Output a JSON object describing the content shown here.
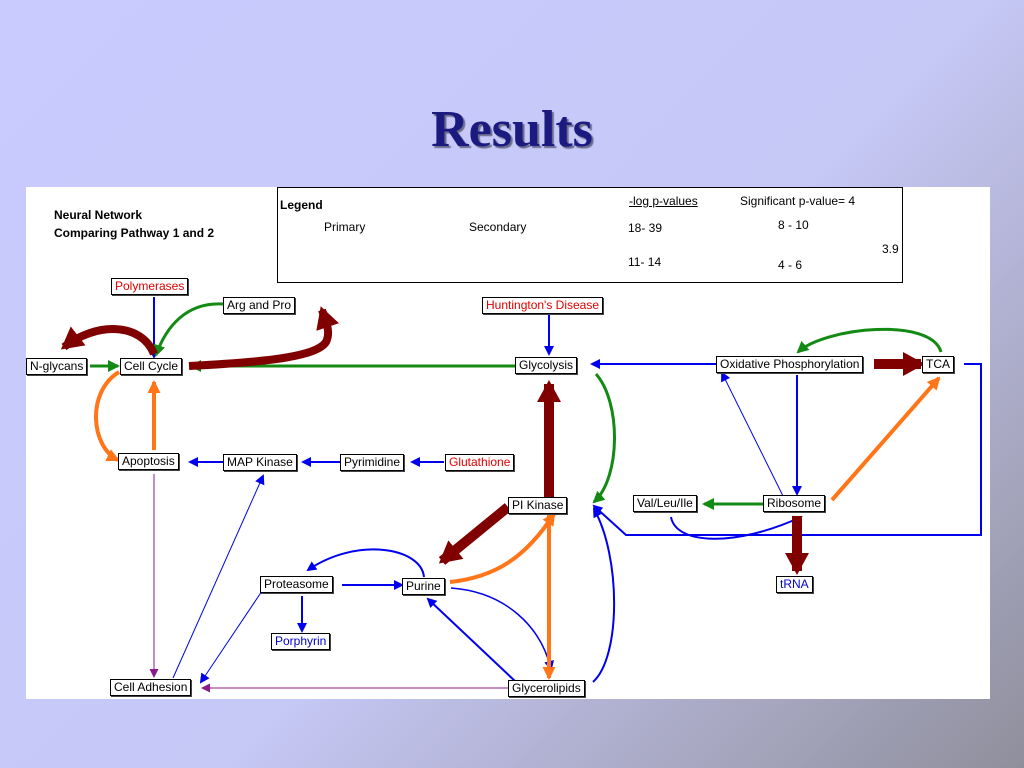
{
  "slide": {
    "title": "Results"
  },
  "subtitle": {
    "line1": "Neural Network",
    "line2": "Comparing Pathway 1 and 2"
  },
  "legend": {
    "heading": "Legend",
    "primary": "Primary",
    "secondary": "Secondary",
    "log_header": "-log  p-values",
    "significant": "Significant p-value= 4",
    "range1": "18- 39",
    "range2": "11- 14",
    "range3": "8 - 10",
    "range4": "4 - 6",
    "range5": "3.9",
    "colors": {
      "18-39": "#800000",
      "11-14": "#ff7518",
      "8-10": "#138a13",
      "4-6": "#0000ee",
      "3.9": "#8b1a8b"
    }
  },
  "nodes": {
    "polymerases": "Polymerases",
    "arg_pro": "Arg and Pro",
    "huntington": "Huntington's Disease",
    "nglycans": "N-glycans",
    "cell_cycle": "Cell Cycle",
    "glycolysis": "Glycolysis",
    "oxphos": "Oxidative Phosphorylation",
    "tca": "TCA",
    "apoptosis": "Apoptosis",
    "map_kinase": "MAP Kinase",
    "pyrimidine": "Pyrimidine",
    "glutathione": "Glutathione",
    "pi_kinase": "PI Kinase",
    "val_leu_ile": "Val/Leu/Ile",
    "ribosome": "Ribosome",
    "proteasome": "Proteasome",
    "purine": "Purine",
    "trna": "tRNA",
    "porphyrin": "Porphyrin",
    "cell_adhesion": "Cell Adhesion",
    "glycerolipids": "Glycerolipids"
  }
}
